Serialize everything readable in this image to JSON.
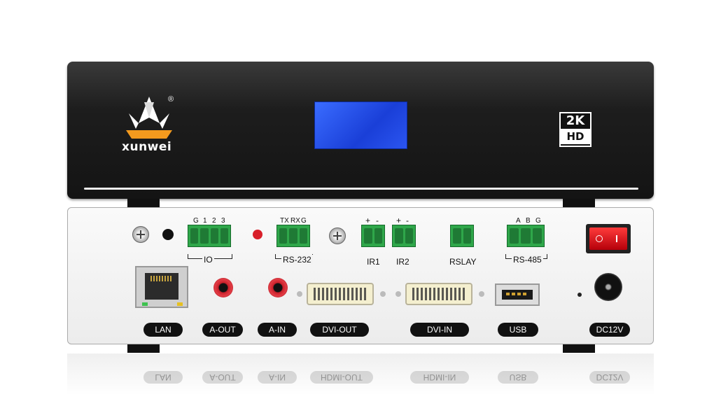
{
  "front": {
    "brand": "xunwei",
    "reg_mark": "®",
    "badge_top": "2K",
    "badge_bottom": "HD"
  },
  "rear": {
    "io_pins": [
      "G",
      "1",
      "2",
      "3"
    ],
    "io_label": "IO",
    "rs232_pins": [
      "TX",
      "RX",
      "G"
    ],
    "rs232_label": "RS-232",
    "ir1_pins": [
      "+",
      "-"
    ],
    "ir1_label": "IR1",
    "ir2_pins": [
      "+",
      "-"
    ],
    "ir2_label": "IR2",
    "rslay_label": "RSLAY",
    "rs485_pins": [
      "A",
      "B",
      "G"
    ],
    "rs485_label": "RS-485",
    "ports": [
      "LAN",
      "A-OUT",
      "A-IN",
      "DVI-OUT",
      "DVI-IN",
      "USB",
      "DC12V"
    ]
  },
  "reflection": {
    "labels": [
      "LAN",
      "A-OUT",
      "A-IN",
      "HDMI-OUT",
      "HDMI-IN",
      "USB",
      "DC12V"
    ]
  },
  "colors": {
    "terminal_green": "#2fa74a",
    "lcd_blue": "#2b55f0",
    "switch_red": "#d0101a",
    "logo_orange": "#f39a1e"
  }
}
